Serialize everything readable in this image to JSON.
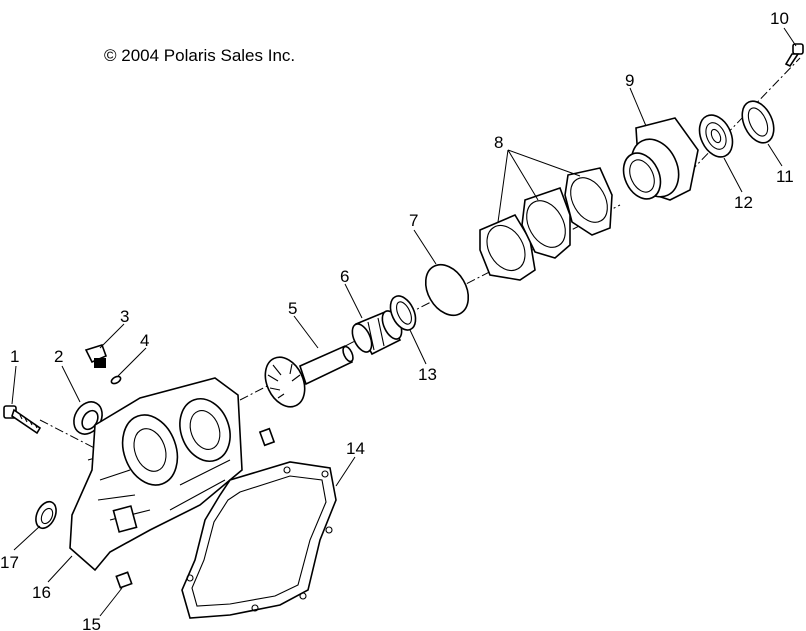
{
  "copyright": "© 2004 Polaris Sales Inc.",
  "callouts": [
    {
      "id": "1",
      "label": "1"
    },
    {
      "id": "2",
      "label": "2"
    },
    {
      "id": "3",
      "label": "3"
    },
    {
      "id": "4",
      "label": "4"
    },
    {
      "id": "5",
      "label": "5"
    },
    {
      "id": "6",
      "label": "6"
    },
    {
      "id": "7",
      "label": "7"
    },
    {
      "id": "8",
      "label": "8"
    },
    {
      "id": "9",
      "label": "9"
    },
    {
      "id": "10",
      "label": "10"
    },
    {
      "id": "11",
      "label": "11"
    },
    {
      "id": "12",
      "label": "12"
    },
    {
      "id": "13",
      "label": "13"
    },
    {
      "id": "14",
      "label": "14"
    },
    {
      "id": "15",
      "label": "15"
    },
    {
      "id": "16",
      "label": "16"
    },
    {
      "id": "17",
      "label": "17"
    }
  ]
}
